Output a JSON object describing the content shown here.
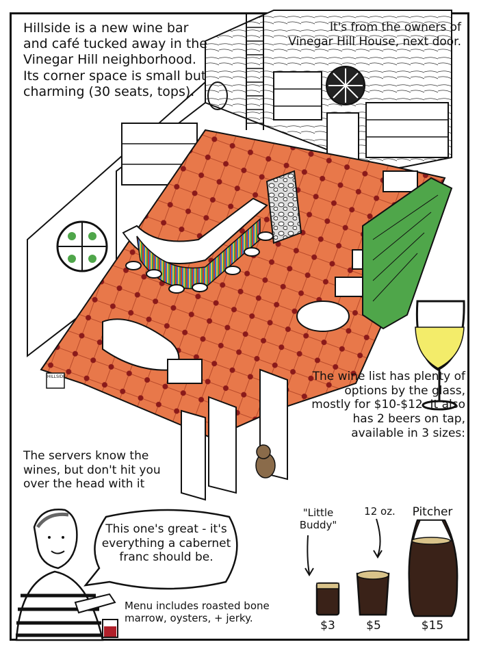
{
  "captions": {
    "intro": "Hillside is a new wine bar and café tucked away in the Vinegar Hill neighborhood. Its corner space is small but charming (30 seats, tops).",
    "owners": "It's from the owners of Vinegar Hill House, next door.",
    "wine_list": "The wine list has plenty of options by the glass, mostly for $10-$12. It also has 2 beers on tap, available in 3 sizes:",
    "servers": "The servers know the wines, but don't hit you over the head with it",
    "speech": "This one's great - it's everything a cabernet franc should be.",
    "menu": "Menu includes roasted bone marrow, oysters, + jerky."
  },
  "beer_sizes": [
    {
      "label": "\"Little Buddy\"",
      "price": "$3"
    },
    {
      "label": "12 oz.",
      "price": "$5"
    },
    {
      "label": "Pitcher",
      "price": "$15"
    }
  ],
  "signature": "HILLSIDE",
  "colors": {
    "floor": "#e8784a",
    "floor_dot": "#8b1a1a",
    "bench": "#4fa64a",
    "wine": "#f3ec6a",
    "beer": "#3a2218",
    "ink": "#111111"
  }
}
